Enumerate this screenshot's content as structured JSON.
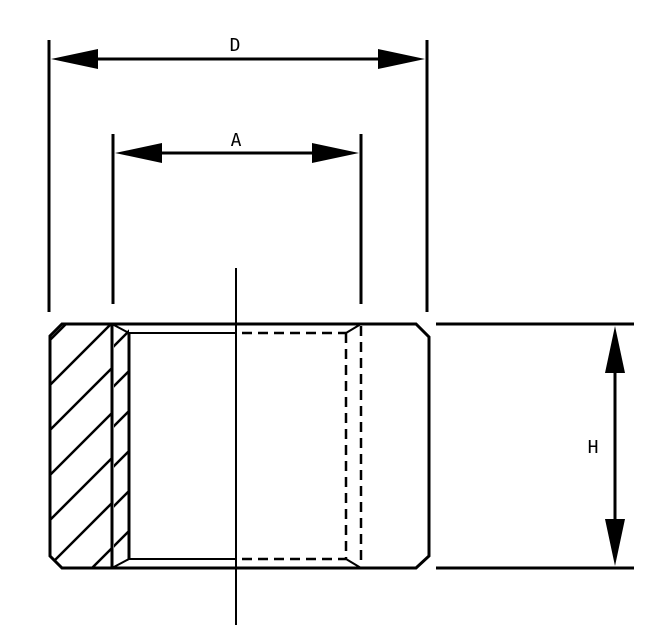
{
  "labels": {
    "outer_diameter": "D",
    "inner_diameter": "A",
    "height": "H"
  },
  "colors": {
    "line": "#000000",
    "background": "#ffffff"
  }
}
